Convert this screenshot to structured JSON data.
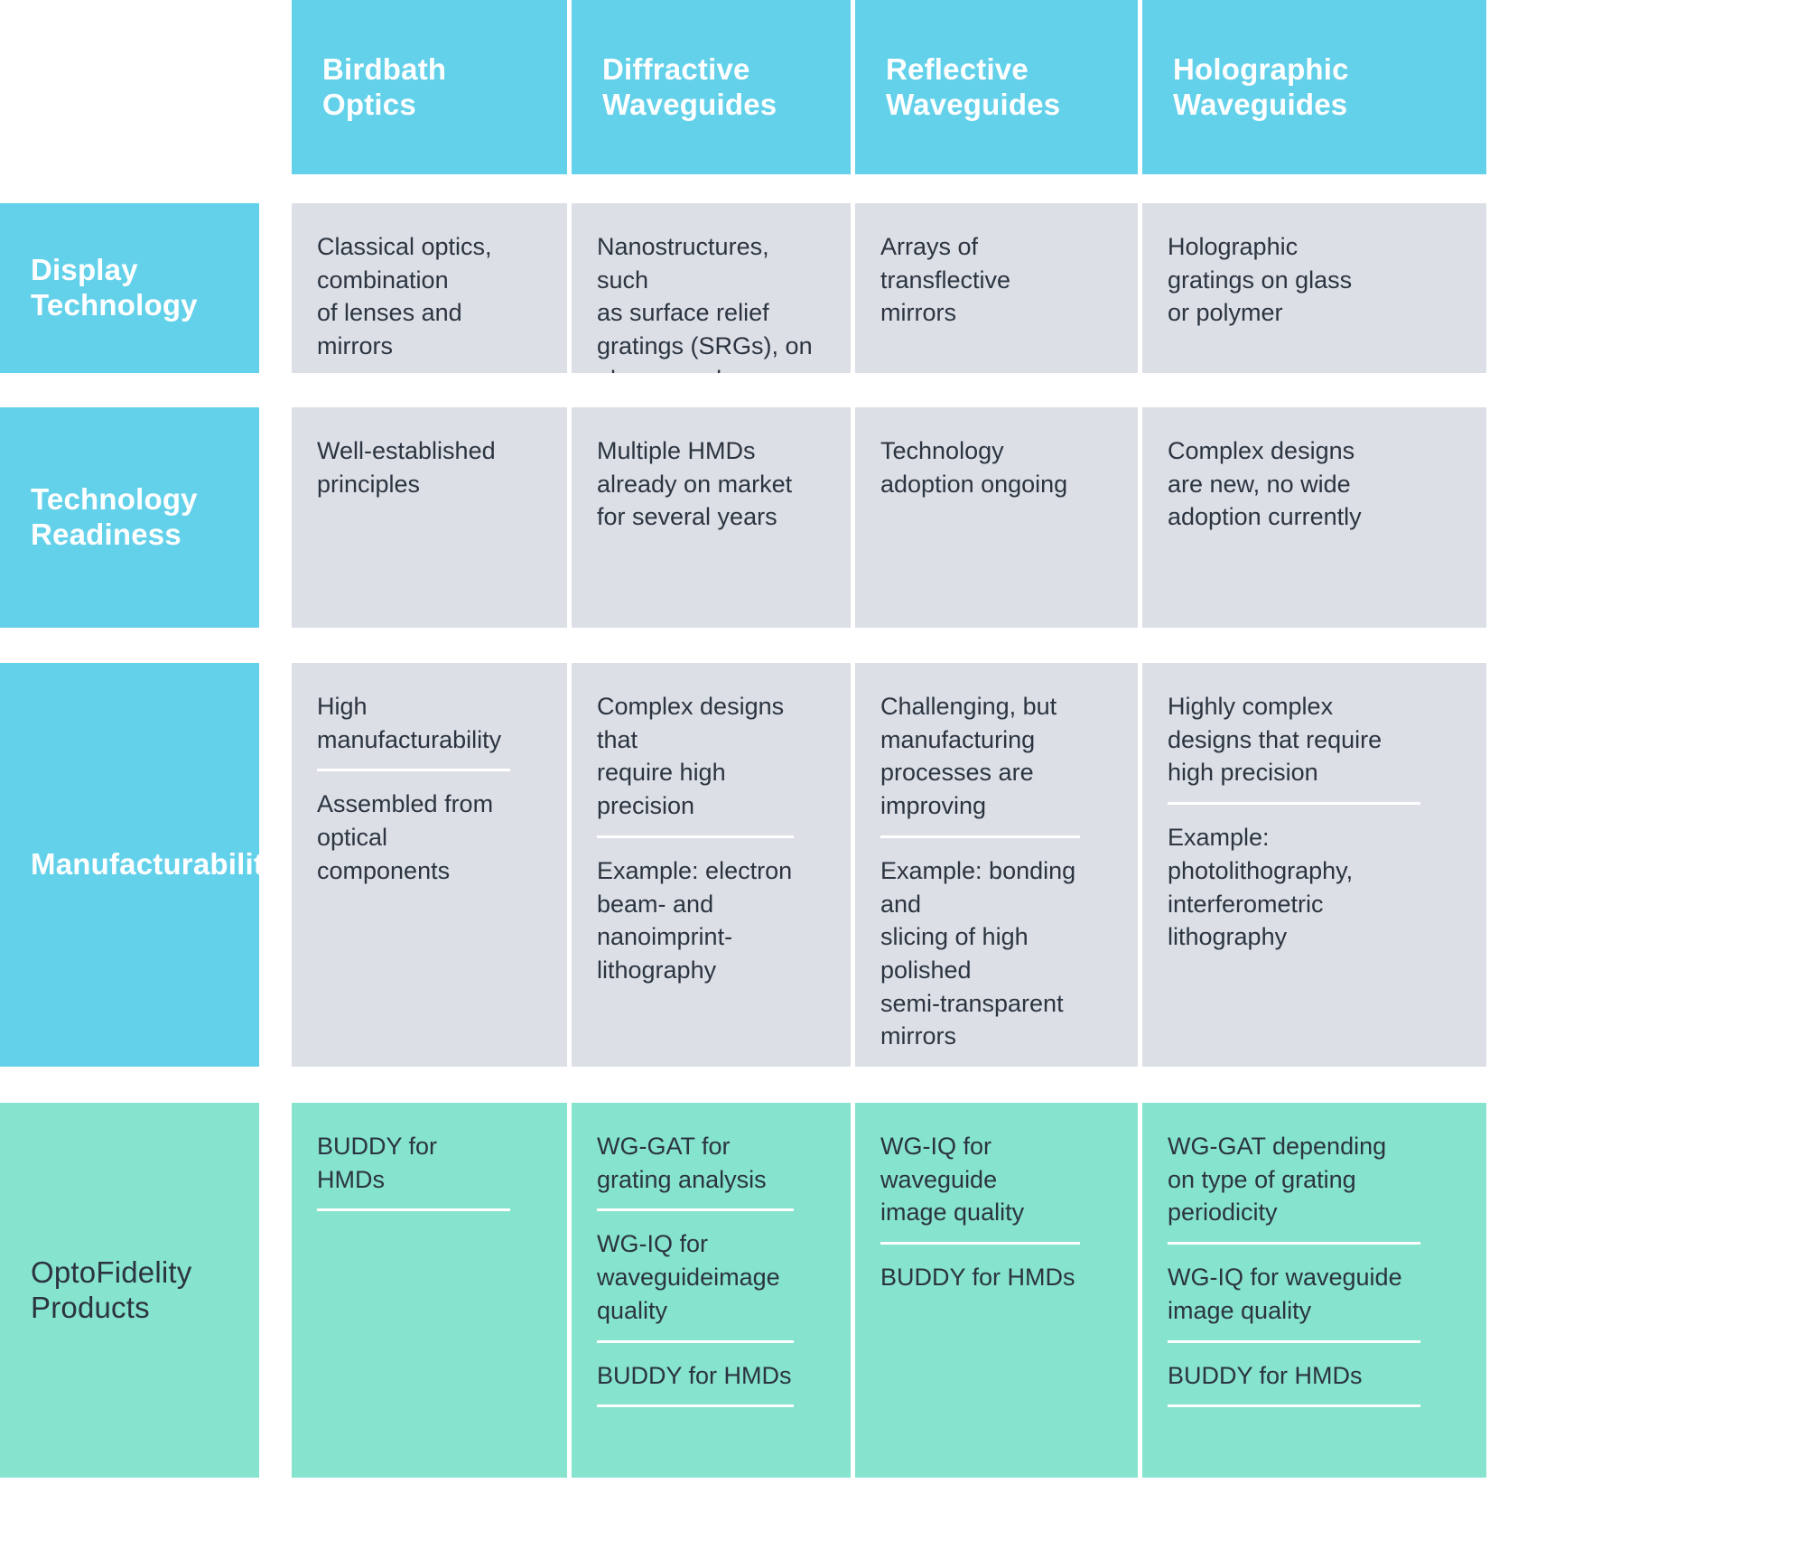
{
  "palette": {
    "header_blue": "#63d1ea",
    "cell_gray": "#dcdfe6",
    "accent_green": "#86e3cd",
    "text_dark": "#2b3440",
    "text_light": "#ffffff"
  },
  "columns": [
    {
      "label": "Birdbath\nOptics"
    },
    {
      "label": "Diffractive\nWaveguides"
    },
    {
      "label": "Reflective\nWaveguides"
    },
    {
      "label": "Holographic\nWaveguides"
    }
  ],
  "rows": [
    {
      "label": "Display\nTechnology",
      "style": "blue",
      "cells": [
        {
          "segments": [
            "Classical optics,\ncombination\nof lenses and\nmirrors"
          ]
        },
        {
          "segments": [
            "Nanostructures, such\nas surface relief\ngratings (SRGs), on\nglass or polymer"
          ]
        },
        {
          "segments": [
            "Arrays of\ntransflective\nmirrors"
          ]
        },
        {
          "segments": [
            "Holographic\ngratings on glass\nor polymer"
          ]
        }
      ]
    },
    {
      "label": "Technology\nReadiness",
      "style": "blue",
      "cells": [
        {
          "segments": [
            "Well-established\nprinciples"
          ]
        },
        {
          "segments": [
            "Multiple HMDs\nalready on market\nfor several years"
          ]
        },
        {
          "segments": [
            "Technology\nadoption ongoing"
          ]
        },
        {
          "segments": [
            "Complex designs\nare new, no wide\nadoption currently"
          ]
        }
      ]
    },
    {
      "label": "Manufacturability",
      "style": "blue",
      "cells": [
        {
          "segments": [
            "High\nmanufacturability",
            "Assembled from\noptical components"
          ]
        },
        {
          "segments": [
            "Complex designs that\nrequire high precision",
            "Example: electron\nbeam- and\nnanoimprint-\nlithography"
          ]
        },
        {
          "segments": [
            "Challenging, but\nmanufacturing\nprocesses are\nimproving",
            "Example: bonding and\nslicing of high polished\nsemi-transparent\nmirrors"
          ]
        },
        {
          "segments": [
            "Highly complex\ndesigns that require\nhigh precision",
            "Example:\nphotolithography,\ninterferometric\nlithography"
          ]
        }
      ]
    },
    {
      "label": "OptoFidelity\nProducts",
      "style": "green",
      "cells": [
        {
          "segments": [
            "BUDDY for HMDs"
          ]
        },
        {
          "segments": [
            "WG-GAT for\ngrating  analysis",
            "WG-IQ for\nwaveguideimage\nquality",
            "BUDDY for HMDs"
          ]
        },
        {
          "segments": [
            "WG-IQ for waveguide\nimage quality",
            "BUDDY for HMDs"
          ]
        },
        {
          "segments": [
            "WG-GAT depending\non type of grating\nperiodicity",
            "WG-IQ for waveguide\nimage quality",
            "BUDDY for HMDs"
          ]
        }
      ]
    }
  ]
}
